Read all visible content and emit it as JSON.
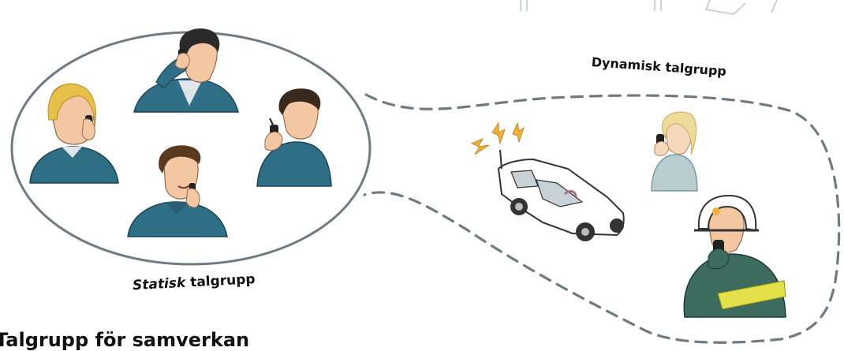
{
  "labels": {
    "static_group": {
      "italic": "Statisk",
      "rest": " talgrupp"
    },
    "dynamic_group": "Dynamisk talgrupp"
  },
  "heading": "Talgrupp för samverkan",
  "colors": {
    "outline": "#6f7a81",
    "jacket": "#2f6f86",
    "skin": "#f2c7a1",
    "hair_blond": "#e7c04a",
    "hair_dark": "#3a2a1e",
    "firefighter": "#3d6b5e",
    "reflective": "#e3e04a",
    "lightning": "#f0b040"
  }
}
